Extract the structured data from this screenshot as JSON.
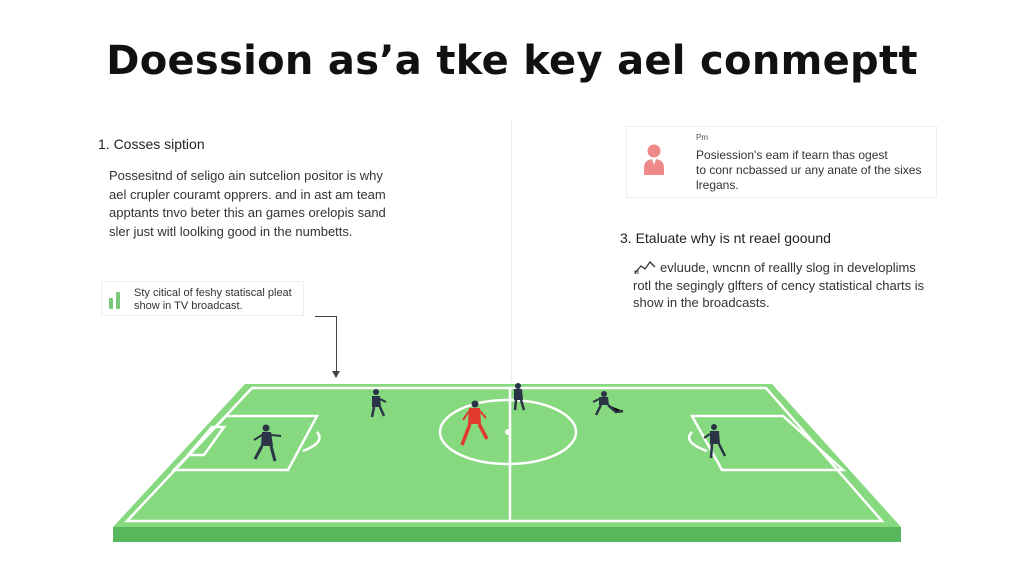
{
  "title": "Doession as’a tke key ael conmeptt",
  "section1": {
    "heading": "1. Cosses siption",
    "body_lines": [
      "Possesitnd of seligo ain sutcelion positor is why",
      "ael crupler couramt opprers. and in ast am team",
      "apptants tnvo beter this an games orelopis sand",
      "sler just witl loolking good in the numbetts."
    ]
  },
  "callout": {
    "lines": [
      "Sty citical of feshy statiscal pleat",
      "show in TV broadcast."
    ],
    "icon": "bar-chart-icon",
    "icon_color": "#79c87a"
  },
  "card": {
    "small_label": "Pm",
    "lines": [
      "Posiession's eam if tearn thas ogest",
      "to conr ncbassed ur any anate of the sixes",
      "lregans."
    ],
    "icon": "person-icon",
    "icon_color": "#ee8a8a"
  },
  "section3": {
    "heading": "3. Etaluate why is nt reael goound",
    "icon": "line-chart-icon",
    "body_lines": [
      "evluude, wncnn of reallly slog in developlims",
      "rotl the segingly glfters of cency statistical charts is",
      "show in the broadcasts."
    ]
  },
  "colors": {
    "pitch": "#86d97f",
    "pitch_side": "#58b65c",
    "lines": "#ffffff",
    "team_dark": "#2b3446",
    "team_red": "#e03a2f"
  }
}
